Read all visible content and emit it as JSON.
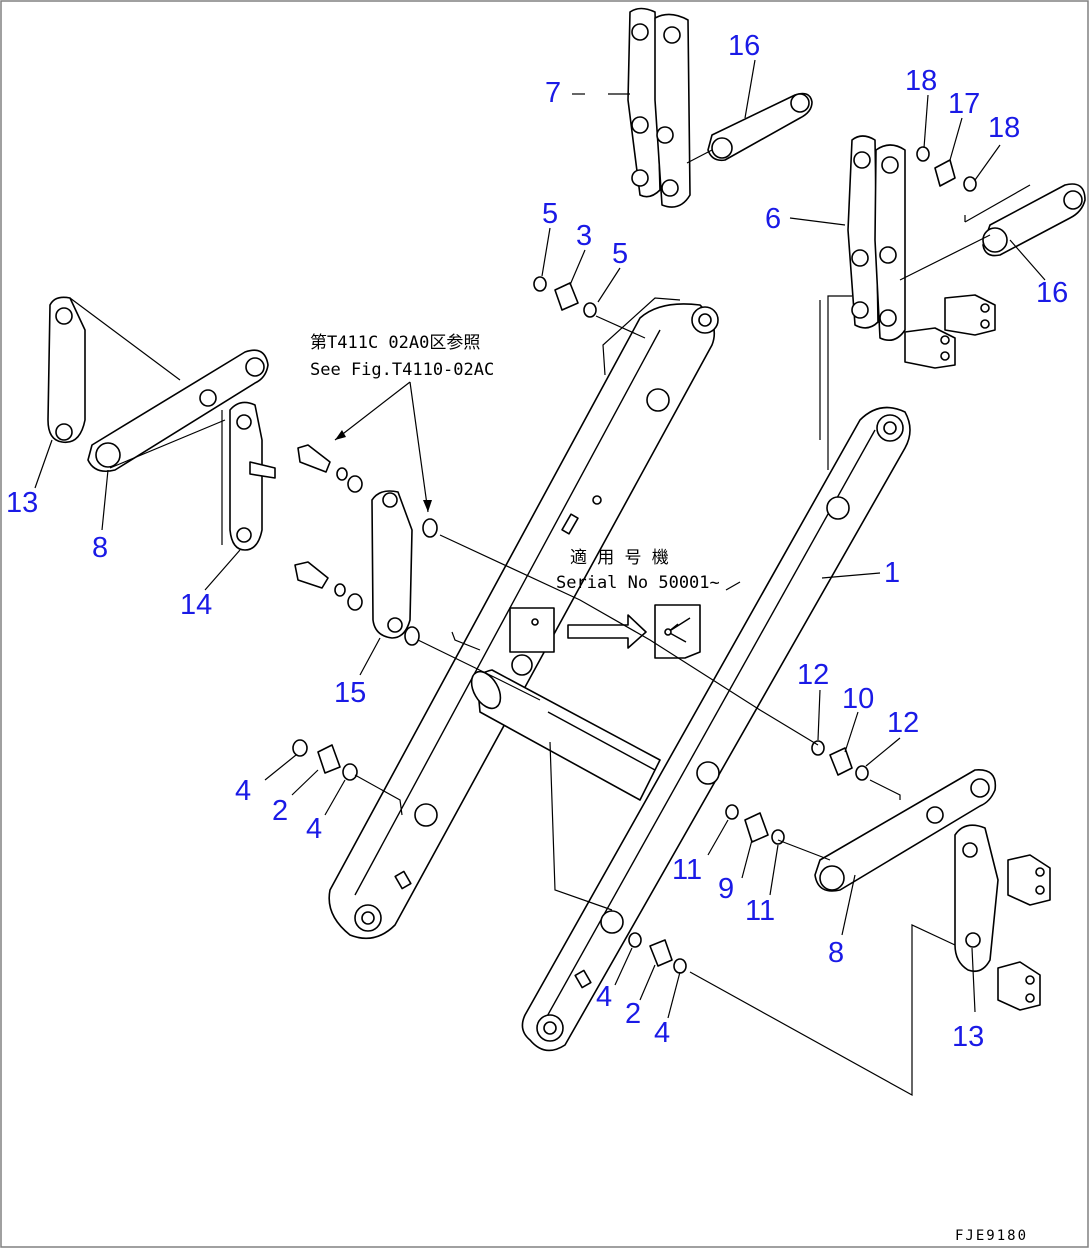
{
  "figure": {
    "code": "FJE9180",
    "note_ref_jp": "第T411C 02A0区参照",
    "note_ref_en": "See Fig.T4110-02AC",
    "note_serial_jp": "適 用 号 機",
    "note_serial_en": "Serial No 50001~"
  },
  "callouts": {
    "c1": "1",
    "c2a": "2",
    "c2b": "2",
    "c3": "3",
    "c4a": "4",
    "c4b": "4",
    "c4c": "4",
    "c4d": "4",
    "c5a": "5",
    "c5b": "5",
    "c6": "6",
    "c7": "7",
    "c8a": "8",
    "c8b": "8",
    "c9": "9",
    "c10": "10",
    "c11a": "11",
    "c11b": "11",
    "c12a": "12",
    "c12b": "12",
    "c13a": "13",
    "c13b": "13",
    "c14": "14",
    "c15": "15",
    "c16a": "16",
    "c16b": "16",
    "c17": "17",
    "c18a": "18",
    "c18b": "18"
  },
  "colors": {
    "callout": "#1a1ae6",
    "ink": "#000000",
    "frame": "#808080"
  }
}
